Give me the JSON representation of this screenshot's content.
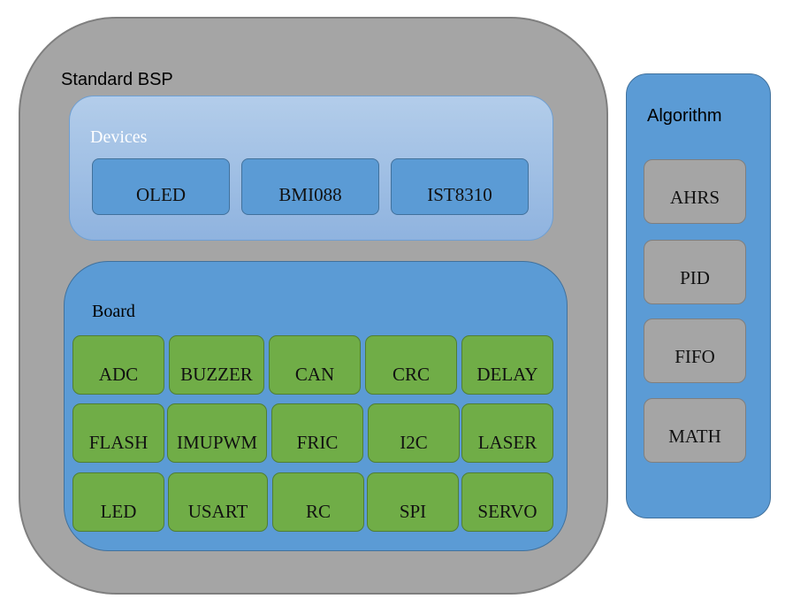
{
  "standard_bsp": {
    "title": "Standard BSP"
  },
  "devices": {
    "title": "Devices",
    "items": [
      "OLED",
      "BMI088",
      "IST8310"
    ]
  },
  "board": {
    "title": "Board",
    "items": [
      "ADC",
      "BUZZER",
      "CAN",
      "CRC",
      "DELAY",
      "FLASH",
      "IMUPWM",
      "FRIC",
      "I2C",
      "LASER",
      "LED",
      "USART",
      "RC",
      "SPI",
      "SERVO"
    ]
  },
  "algorithm": {
    "title": "Algorithm",
    "items": [
      "AHRS",
      "PID",
      "FIFO",
      "MATH"
    ]
  },
  "colors": {
    "bsp_fill": "#a5a5a5",
    "devices_fill": "#b3cdea",
    "blue_fill": "#5b9bd5",
    "green_fill": "#70ad47",
    "grey_item_fill": "#a5a5a5"
  }
}
